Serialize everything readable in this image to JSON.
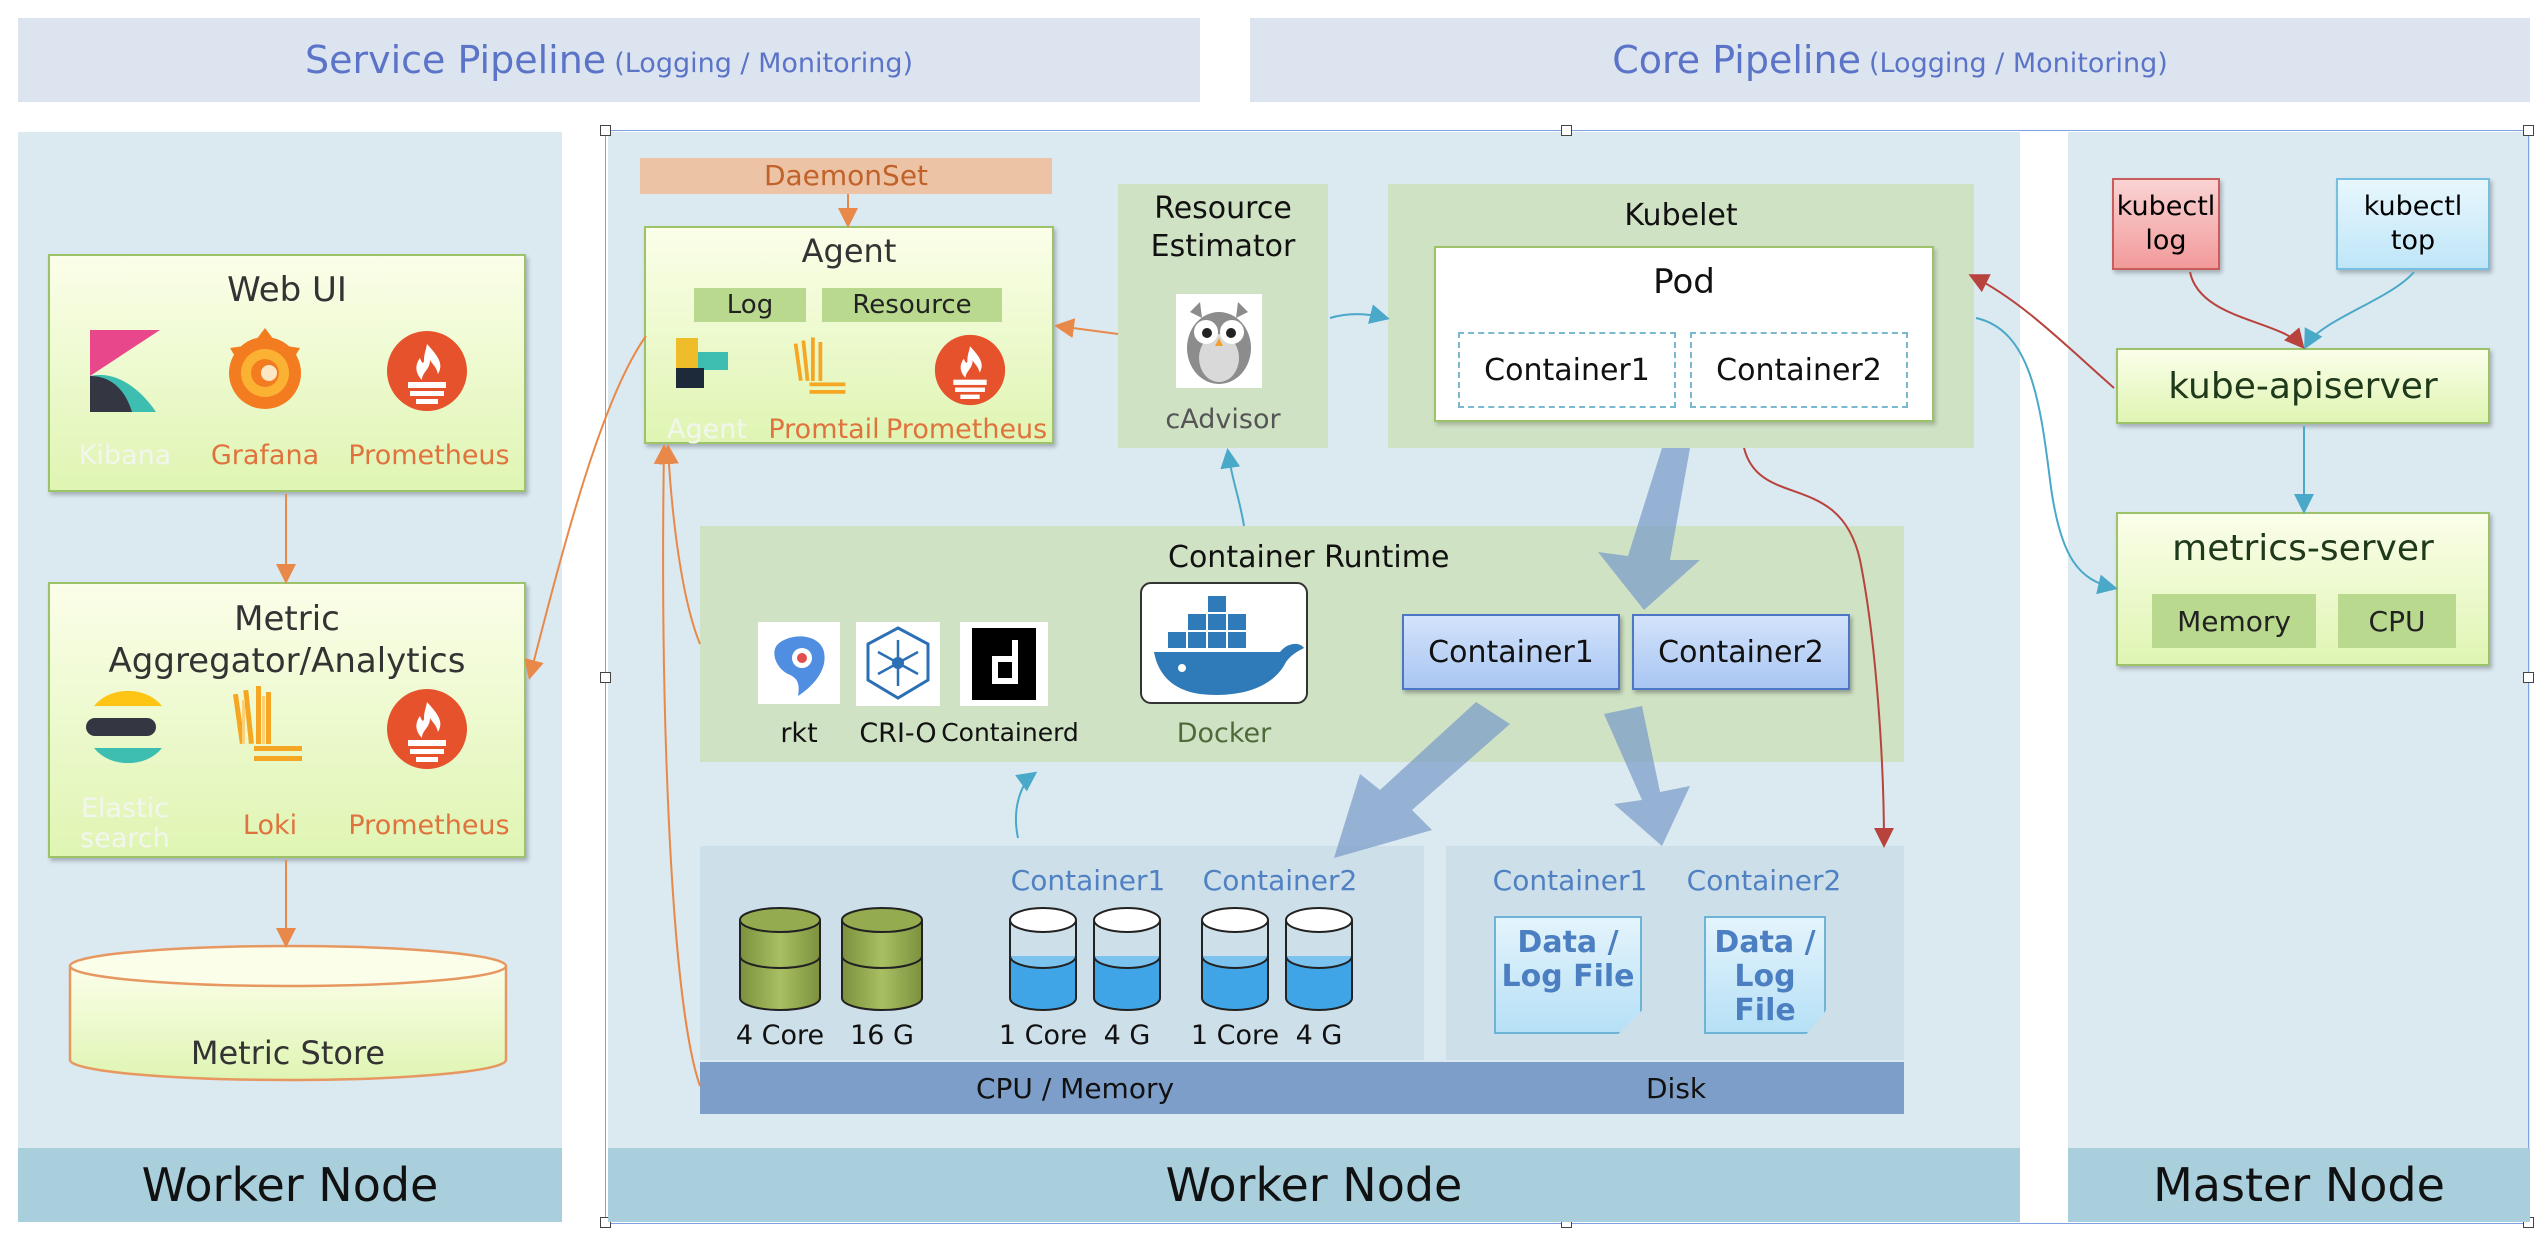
{
  "banners": {
    "service": {
      "title": "Service Pipeline",
      "sub": "(Logging / Monitoring)"
    },
    "core": {
      "title": "Core Pipeline",
      "sub": "(Logging / Monitoring)"
    }
  },
  "left_worker": {
    "footer": "Worker Node",
    "web_ui": {
      "title": "Web UI",
      "items": [
        "Kibana",
        "Grafana",
        "Prometheus"
      ]
    },
    "aggregator": {
      "title": "Metric Aggregator/Analytics",
      "items": [
        "Elastic search",
        "Loki",
        "Prometheus"
      ]
    },
    "store": "Metric Store"
  },
  "middle_worker": {
    "footer": "Worker Node",
    "daemonset": "DaemonSet",
    "agent": {
      "title": "Agent",
      "log": "Log",
      "resource": "Resource",
      "items": [
        "Agent",
        "Promtail",
        "Prometheus"
      ]
    },
    "estimator": {
      "title": "Resource Estimator",
      "tool": "cAdvisor"
    },
    "kubelet": {
      "title": "Kubelet",
      "pod": "Pod",
      "containers": [
        "Container1",
        "Container2"
      ]
    },
    "runtime": {
      "title": "Container Runtime",
      "runtimes": [
        "rkt",
        "CRI-O",
        "Containerd",
        "Docker"
      ],
      "containers": [
        "Container1",
        "Container2"
      ]
    },
    "cpu_mem": {
      "node": {
        "cores": "4 Core",
        "mem": "16 G"
      },
      "c1": {
        "name": "Container1",
        "cores": "1 Core",
        "mem": "4 G"
      },
      "c2": {
        "name": "Container2",
        "cores": "1 Core",
        "mem": "4 G"
      },
      "bar": "CPU / Memory"
    },
    "disk": {
      "c1": "Container1",
      "c2": "Container2",
      "file": "Data / Log File",
      "bar": "Disk"
    }
  },
  "master": {
    "footer": "Master Node",
    "kubectl_log": "kubectl log",
    "kubectl_top": "kubectl top",
    "apiserver": "kube-apiserver",
    "metrics": {
      "title": "metrics-server",
      "memory": "Memory",
      "cpu": "CPU"
    }
  },
  "colors": {
    "banner": "#dce5ef",
    "panel": "#dbe9f1",
    "footer": "#a9cfdd",
    "accent": "#5b74c8",
    "orange": "#e0733d"
  }
}
